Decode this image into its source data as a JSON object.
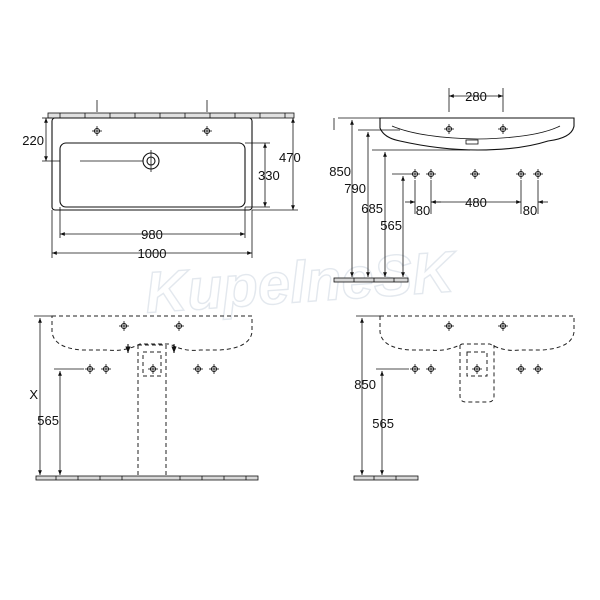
{
  "watermark": "KupelneSK",
  "top_view": {
    "dim_220": "220",
    "dim_330": "330",
    "dim_470": "470",
    "dim_980": "980",
    "dim_1000": "1000"
  },
  "side_view": {
    "dim_280": "280",
    "dim_850": "850",
    "dim_790": "790",
    "dim_685": "685",
    "dim_565": "565",
    "dim_80_left": "80",
    "dim_480": "480",
    "dim_80_right": "80"
  },
  "front_pedestal_view": {
    "dim_x": "X",
    "dim_565": "565"
  },
  "front_semi_pedestal_view": {
    "dim_850": "850",
    "dim_565": "565"
  }
}
